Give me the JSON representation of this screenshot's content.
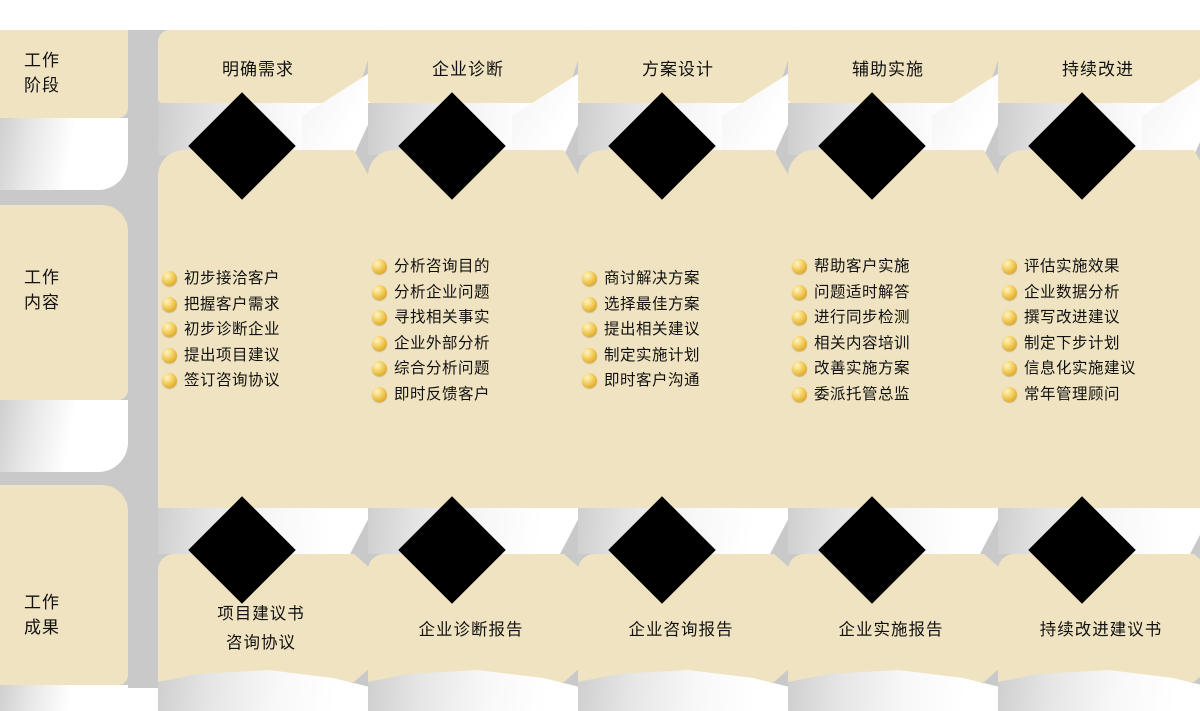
{
  "colors": {
    "card": "#f0e3c1",
    "background_gray": "#c9c9c9",
    "diamond": "#000000",
    "bullet": "#e9b93a",
    "text": "#111111"
  },
  "row_labels": {
    "stage": "工作\n阶段",
    "content": "工作\n内容",
    "result": "工作\n成果"
  },
  "columns": [
    {
      "stage": "明确需求",
      "items": [
        "初步接洽客户",
        "把握客户需求",
        "初步诊断企业",
        "提出项目建议",
        "签订咨询协议"
      ],
      "result": "项目建议书\n咨询协议"
    },
    {
      "stage": "企业诊断",
      "items": [
        "分析咨询目的",
        "分析企业问题",
        "寻找相关事实",
        "企业外部分析",
        "综合分析问题",
        "即时反馈客户"
      ],
      "result": "企业诊断报告"
    },
    {
      "stage": "方案设计",
      "items": [
        "商讨解决方案",
        "选择最佳方案",
        "提出相关建议",
        "制定实施计划",
        "即时客户沟通"
      ],
      "result": "企业咨询报告"
    },
    {
      "stage": "辅助实施",
      "items": [
        "帮助客户实施",
        "问题适时解答",
        "进行同步检测",
        "相关内容培训",
        "改善实施方案",
        "委派托管总监"
      ],
      "result": "企业实施报告"
    },
    {
      "stage": "持续改进",
      "items": [
        "评估实施效果",
        "企业数据分析",
        "撰写改进建议",
        "制定下步计划",
        "信息化实施建议",
        "常年管理顾问"
      ],
      "result": "持续改进建议书"
    }
  ],
  "icons": {
    "bullet": "gold-sphere-bullet-icon",
    "connector": "black-diamond-connector-icon"
  }
}
